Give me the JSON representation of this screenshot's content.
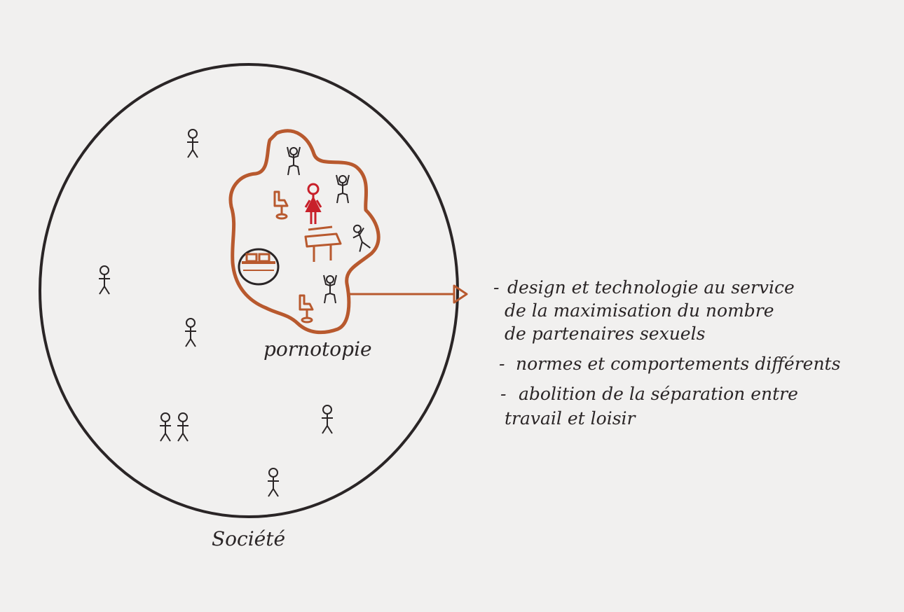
{
  "colors": {
    "paper": "#f1f0ef",
    "ink": "#2a2526",
    "orange": "#b8592e",
    "red": "#c8202a"
  },
  "labels": {
    "society": "Société",
    "heterotopia": "pornotopie"
  },
  "notes": [
    {
      "bullet": "-",
      "lines": [
        "design et technologie au service",
        "de la maximisation du nombre",
        "de partenaires sexuels"
      ]
    },
    {
      "bullet": "-",
      "lines": [
        "normes et comportements différents"
      ]
    },
    {
      "bullet": "-",
      "lines": [
        "abolition de la séparation entre",
        "travail et loisir"
      ]
    }
  ],
  "icons": {
    "outer_people": "stick-figure-icon",
    "inner_people": "dancing-figure-icon",
    "woman": "woman-figure-icon",
    "chair": "chair-icon",
    "table": "table-icon",
    "bed": "round-bed-icon",
    "arrow": "arrow-right-icon"
  }
}
